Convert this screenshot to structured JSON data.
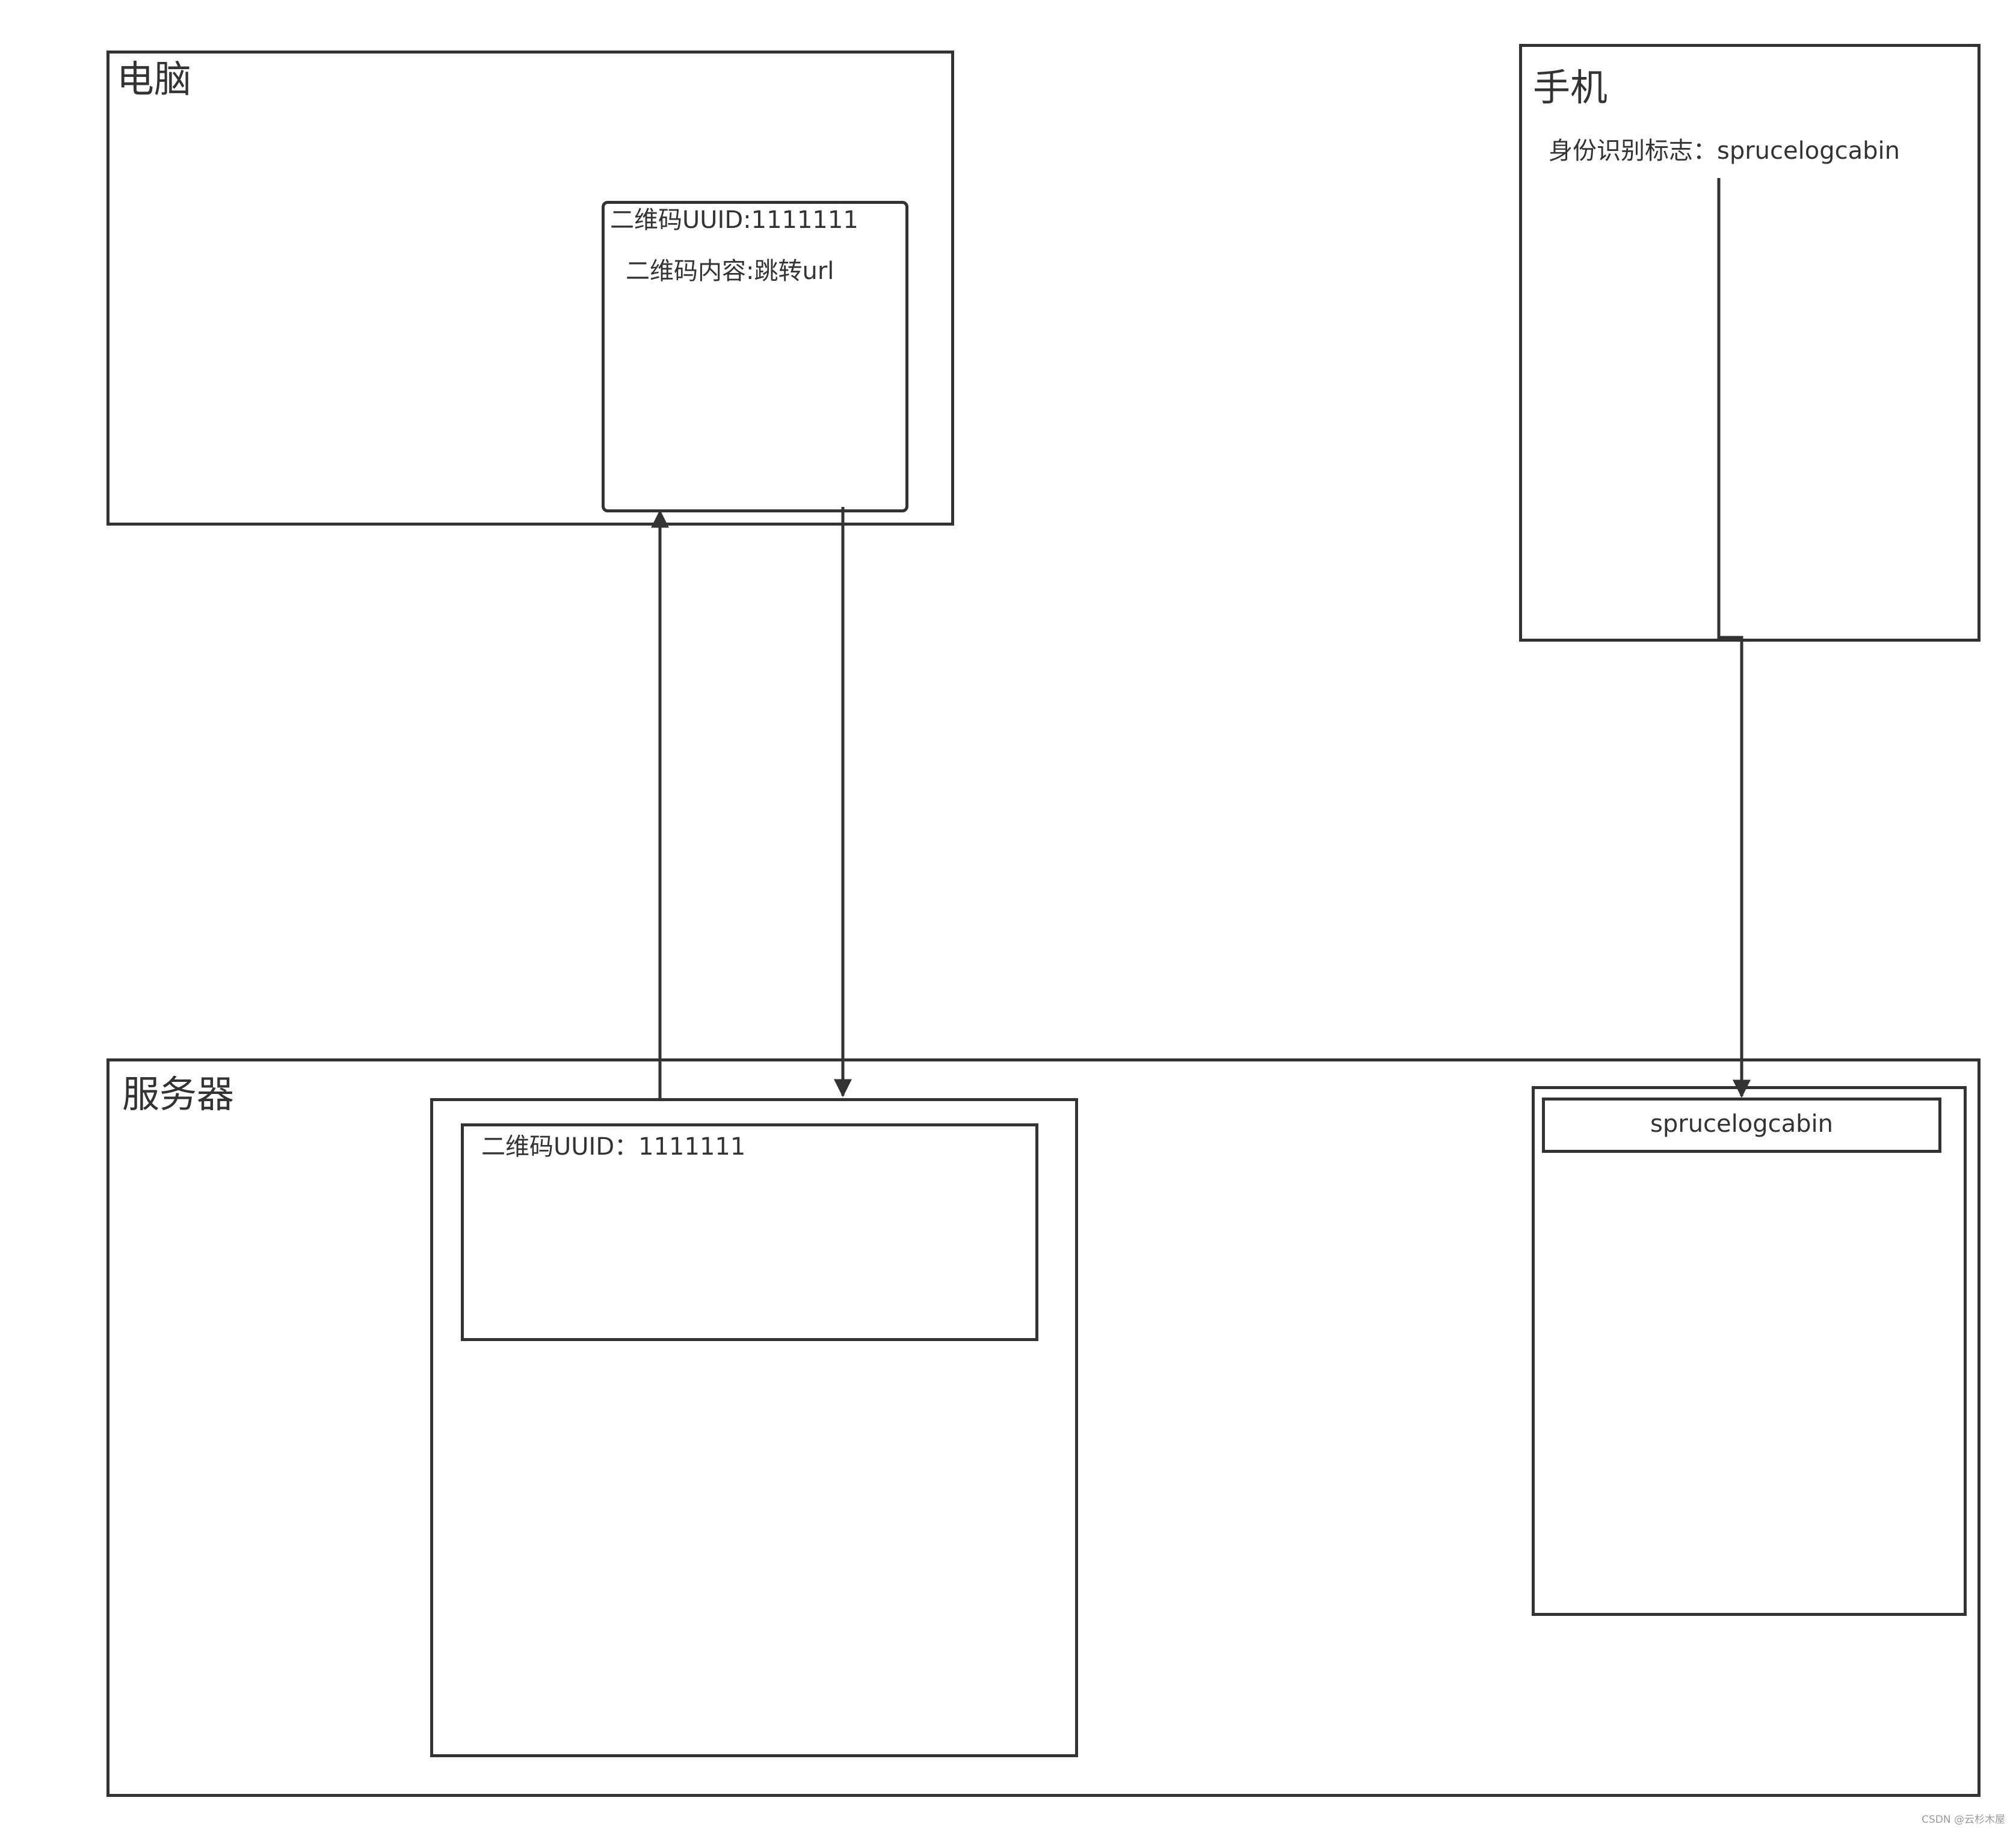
{
  "diagram": {
    "computer": {
      "title": "电脑",
      "qr_box": {
        "uuid_label": "二维码UUID:1111111",
        "content_label": "二维码内容:跳转url"
      }
    },
    "phone": {
      "title": "手机",
      "identity_label": "身份识别标志：sprucelogcabin"
    },
    "server": {
      "title": "服务器",
      "qr_store": {
        "uuid_label": "二维码UUID：1111111"
      },
      "identity_store": {
        "entry_label": "sprucelogcabin"
      }
    }
  },
  "colors": {
    "stroke": "#333333",
    "background": "#ffffff",
    "watermark": "#9a9a9a"
  },
  "watermark": "CSDN @云杉木屋"
}
